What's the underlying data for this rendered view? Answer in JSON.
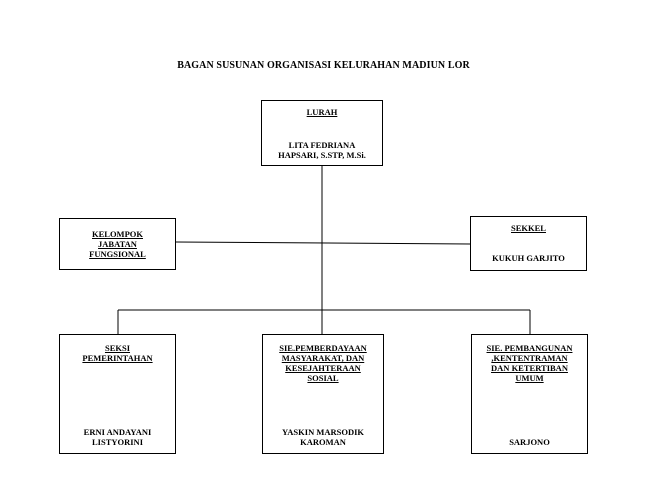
{
  "title": "BAGAN SUSUNAN ORGANISASI KELURAHAN MADIUN LOR",
  "lurah": {
    "role": "LURAH",
    "name": "LITA FEDRIANA\nHAPSARI, S.STP, M.Si."
  },
  "kelompok": {
    "role": "KELOMPOK\nJABATAN\nFUNGSIONAL",
    "name": ""
  },
  "sekkel": {
    "role": "SEKKEL",
    "name": "KUKUH GARJITO"
  },
  "seksi_pemerintahan": {
    "role": "SEKSI\nPEMERINTAHAN",
    "name": "ERNI ANDAYANI\nLISTYORINI"
  },
  "sie_pemberdayaan": {
    "role": "SIE.PEMBERDAYAAN\nMASYARAKAT, DAN\nKESEJAHTERAAN\nSOSIAL",
    "name": "YASKIN MARSODIK\nKAROMAN"
  },
  "sie_pembangunan": {
    "role": "SIE. PEMBANGUNAN\n,KENTENTRAMAN\nDAN KETERTIBAN\nUMUM",
    "name": "SARJONO"
  }
}
